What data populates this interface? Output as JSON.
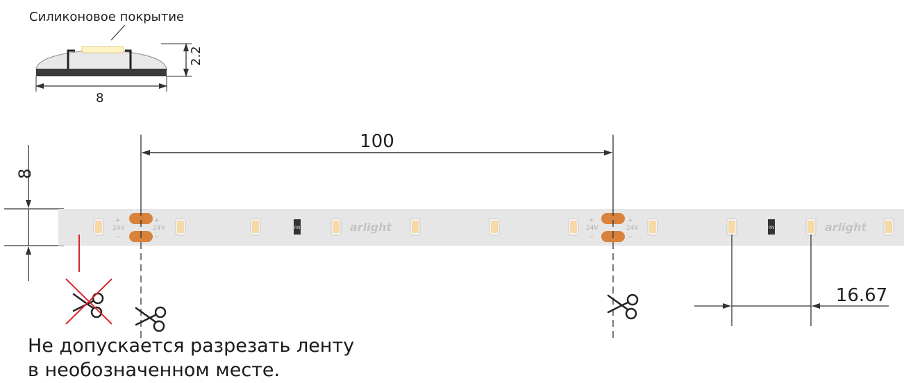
{
  "profile": {
    "coating_label": "Силиконовое покрытие",
    "width": "8",
    "height": "2.2"
  },
  "strip": {
    "cut_pitch": "100",
    "strip_width": "8",
    "led_pitch": "16.67",
    "brand": "arlight",
    "voltage": "24V",
    "plus": "+",
    "minus": "−",
    "resistor_code": "RN"
  },
  "colors": {
    "strip": "#e6e6e6",
    "led_phosphor": "#f7d9a6",
    "copper_pad": "#d9823b",
    "forbidden_cut": "#d9262b",
    "dimension_line": "#333333"
  },
  "icons": [
    "scissors-icon",
    "crossed-out-scissors-icon"
  ],
  "warning": {
    "line1": "Не допускается разрезать ленту",
    "line2": "в необозначенном месте."
  }
}
